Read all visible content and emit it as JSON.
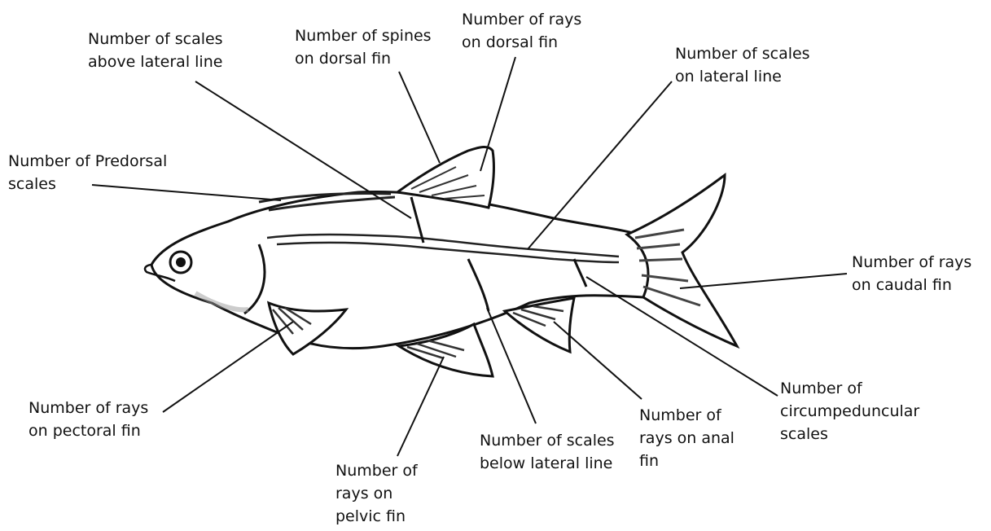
{
  "labels": {
    "scales_above": [
      "Number of scales",
      "above lateral line"
    ],
    "spines_dorsal": [
      "Number of spines",
      "on dorsal fin"
    ],
    "rays_dorsal": [
      "Number of rays",
      "on dorsal fin"
    ],
    "scales_lateral": [
      "Number of scales",
      "on lateral line"
    ],
    "predorsal": [
      "Number of Predorsal",
      "scales"
    ],
    "rays_caudal": [
      "Number of rays",
      "on caudal fin"
    ],
    "rays_pectoral": [
      "Number of rays",
      "on pectoral fin"
    ],
    "circumpeduncular": [
      "Number of",
      "circumpeduncular",
      "scales"
    ],
    "rays_anal": [
      "Number of",
      "rays on anal",
      "fin"
    ],
    "scales_below": [
      "Number of scales",
      "below lateral line"
    ],
    "rays_pelvic": [
      "Number of",
      "rays on",
      "pelvic fin"
    ]
  }
}
